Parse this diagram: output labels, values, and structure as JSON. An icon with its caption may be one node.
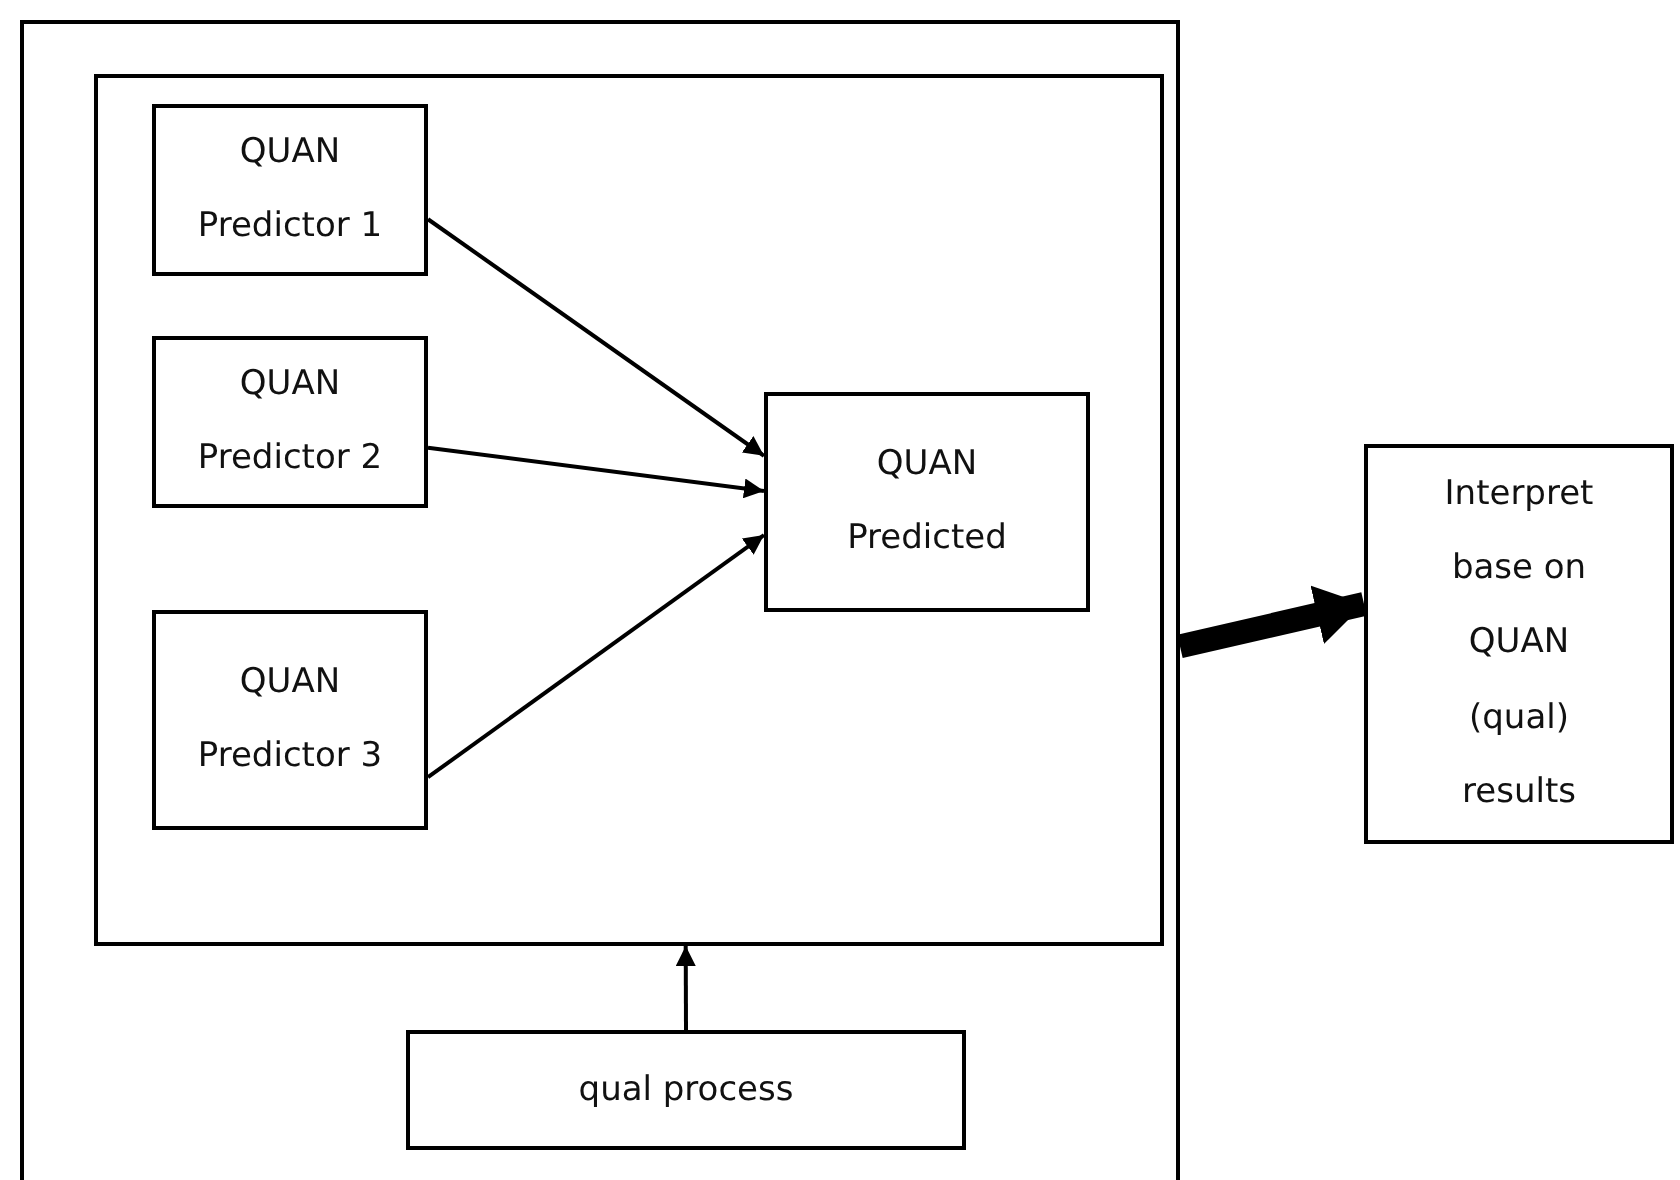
{
  "diagram": {
    "nodes": [
      {
        "text": [],
        "shape": "box"
      },
      {
        "text": [],
        "shape": "box",
        "in": 0
      },
      {
        "text": [
          "QUAN Predictor 1"
        ],
        "in": 1
      },
      {
        "text": [
          "QUAN Predictor 2"
        ],
        "in": 1
      },
      {
        "text": [
          "QUAN Predictor 3"
        ],
        "in": 1
      },
      {
        "text": [
          "QUAN Predicted"
        ],
        "in": 1
      },
      {
        "text": [
          "qual process"
        ],
        "in": 0
      },
      {
        "text": [
          "Interpret base on QUAN (qual) results"
        ]
      }
    ],
    "edges": [
      {
        "from": 2,
        "to": 5,
        "arrow": "to"
      },
      {
        "from": 3,
        "to": 5,
        "arrow": "to"
      },
      {
        "from": 4,
        "to": 5,
        "arrow": "to"
      },
      {
        "from": 6,
        "to": 1,
        "arrow": "to"
      },
      {
        "from": 0,
        "to": 7,
        "arrow": "to",
        "style": "thick"
      }
    ]
  }
}
